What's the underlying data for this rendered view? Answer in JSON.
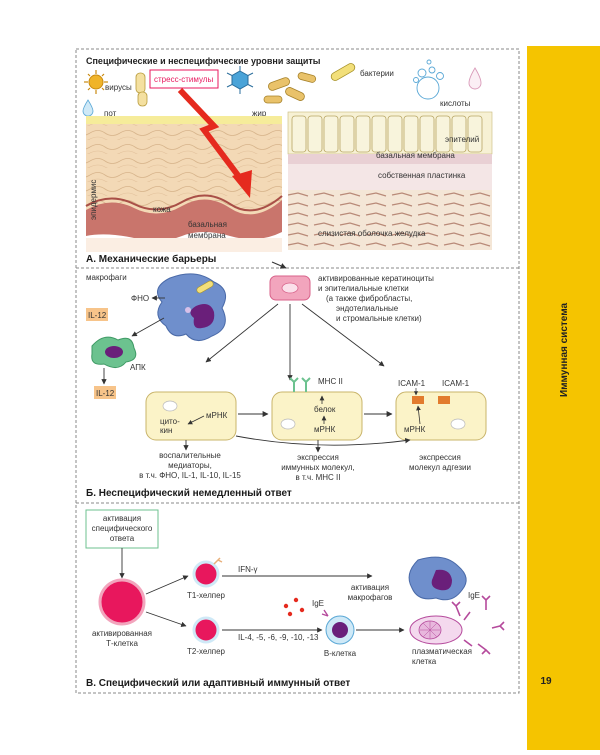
{
  "panelA": {
    "title": "Специфические и неспецифические уровни защиты",
    "labels": {
      "viruses": "вирусы",
      "stress": "стресс-стимулы",
      "bacteria": "бактерии",
      "sweat": "пот",
      "fat": "жир",
      "acids": "кислоты",
      "epidermis": "эпидермис",
      "skin": "кожа",
      "basal1": "базальная",
      "basal2": "мембрана",
      "epithelium": "эпителий",
      "basal_membrane": "базальная мембрана",
      "lamina": "собственная пластинка",
      "mucosa": "слизистая оболочка желудка"
    },
    "section": "А. Механические барьеры"
  },
  "panelB": {
    "labels": {
      "macrophages": "макрофаги",
      "tnf": "ФНО",
      "il12a": "IL-12",
      "il12b": "IL-12",
      "apc": "АПК",
      "keratin1": "активированные кератиноциты",
      "keratin2": "и эпителиальные клетки",
      "keratin3": "(а также фибробласты,",
      "keratin4": "эндотелиальные",
      "keratin5": "и стромальные клетки)",
      "mhc": "MHC II",
      "icam_a": "ICAM-1",
      "icam_b": "ICAM-1",
      "mrna1": "мРНК",
      "cyto1": "цито-",
      "cyto2": "кин",
      "protein": "белок",
      "mrna2": "мРНК",
      "mrna3": "мРНК",
      "infl1": "воспалительные",
      "infl2": "медиаторы,",
      "infl3": "в т.ч. ФНО, IL-1, IL-10, IL-15",
      "imm1": "экспрессия",
      "imm2": "иммунных молекул,",
      "imm3": "в т.ч. MHC II",
      "adh1": "экспрессия",
      "adh2": "молекул адгезии"
    },
    "section": "Б. Неспецифический немедленный ответ"
  },
  "panelC": {
    "labels": {
      "act1": "активация",
      "act2": "специфического",
      "act3": "ответа",
      "ifn": "IFN-γ",
      "mact1": "активация",
      "mact2": "макрофагов",
      "t1": "Т1-хелпер",
      "activated1": "активированная",
      "activated2": "Т-клетка",
      "ige1": "IgE",
      "ige2": "IgE",
      "t2": "Т2-хелпер",
      "ils": "IL-4, -5, -6, -9, -10, -13",
      "bcell": "В-клетка",
      "plasma1": "плазматическая",
      "plasma2": "клетка"
    },
    "section": "В. Специфический или адаптивный иммунный ответ"
  },
  "sidebar": {
    "title": "Иммунная система",
    "page_number": "19"
  },
  "colors": {
    "sidebar_yellow": "#f5c400",
    "arrow_red": "#e52a1e",
    "cell_pink": "#e8175d",
    "box_yellow": "#fbf3c8",
    "green_cell": "#6cc28f",
    "macrophage_blue": "#6f8fcc"
  }
}
